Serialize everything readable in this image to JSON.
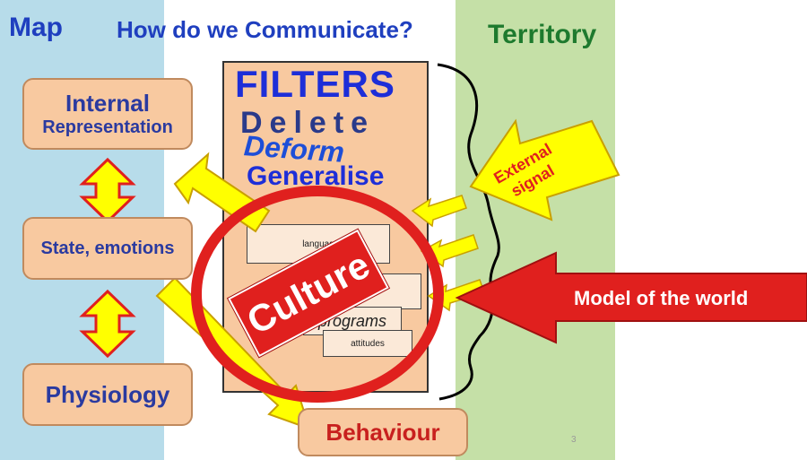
{
  "headers": {
    "map": "Map",
    "main": "How do we Communicate?",
    "territory": "Territory"
  },
  "left_column": {
    "internal_line1": "Internal",
    "internal_line2": "Representation",
    "state": "State, emotions",
    "physiology": "Physiology"
  },
  "filters": {
    "title": "FILTERS",
    "delete": "Delete",
    "deform": "Deform",
    "generalise": "Generalise",
    "papers": [
      "languag",
      "els",
      "programs",
      "attitudes"
    ]
  },
  "culture": "Culture",
  "behaviour": "Behaviour",
  "external_signal": {
    "line1": "External",
    "line2": "signal"
  },
  "model_of_world": "Model of the world",
  "page_number": "3",
  "colors": {
    "map_band": "#b7dcea",
    "territory_band": "#c5e0a7",
    "box_fill": "#f8c9a0",
    "culture_red": "#e0201e",
    "arrow_yellow": "#ffff00",
    "title_blue": "#1f3fbf"
  }
}
